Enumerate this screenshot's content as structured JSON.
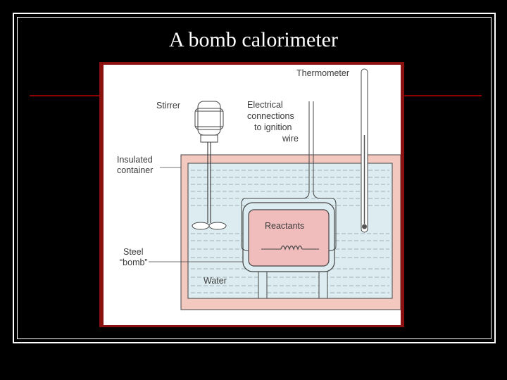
{
  "slide": {
    "title": "A bomb calorimeter"
  },
  "diagram": {
    "labels": {
      "thermometer": "Thermometer",
      "stirrer": "Stirrer",
      "electrical_1": "Electrical",
      "electrical_2": "connections",
      "electrical_3": "to ignition",
      "electrical_4": "wire",
      "insulated_1": "Insulated",
      "insulated_2": "container",
      "reactants": "Reactants",
      "steel_1": "Steel",
      "steel_2": "“bomb”",
      "water": "Water"
    },
    "colors": {
      "panel_border": "#8b1010",
      "background": "#ffffff",
      "insulation": "#f3c9bf",
      "water": "#dcecf1",
      "bomb": "#f0bcbc",
      "line": "#444444"
    }
  }
}
